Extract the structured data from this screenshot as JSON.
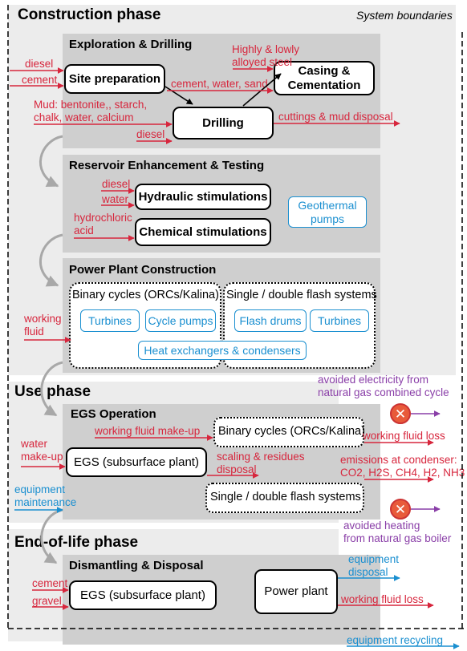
{
  "system_boundaries": "System boundaries",
  "phases": {
    "construction": "Construction phase",
    "use": "Use phase",
    "eol": "End-of-life phase"
  },
  "sections": {
    "exploration": "Exploration & Drilling",
    "reservoir": "Reservoir Enhancement & Testing",
    "power_plant": "Power Plant Construction",
    "operation": "EGS Operation",
    "dismantling": "Dismantling & Disposal"
  },
  "boxes": {
    "site_prep": "Site preparation",
    "casing": [
      "Casing &",
      "Cementation"
    ],
    "drilling": "Drilling",
    "hydraulic": "Hydraulic stimulations",
    "chemical": "Chemical stimulations",
    "binary_title": "Binary cycles (ORCs/Kalina)",
    "flash_title": "Single / double flash systems",
    "egs_op": "EGS (subsurface plant)",
    "binary_op": "Binary cycles (ORCs/Kalina)",
    "flash_op": "Single / double flash systems",
    "egs_eol": "EGS (subsurface plant)",
    "power_plant_eol": "Power plant"
  },
  "blue_boxes": {
    "geothermal_pumps": [
      "Geothermal",
      "pumps"
    ],
    "turbines1": "Turbines",
    "cycle_pumps": "Cycle pumps",
    "flash_drums": "Flash drums",
    "turbines2": "Turbines",
    "heat_exchangers": "Heat exchangers & condensers"
  },
  "inputs": {
    "diesel1": "diesel",
    "cement1": "cement",
    "steel": [
      "Highly & lowly",
      "alloyed steel"
    ],
    "cement_water_sand": "cement, water, sand",
    "mud": [
      "Mud: bentonite,, starch,",
      "chalk, water, calcium"
    ],
    "diesel2": "diesel",
    "cuttings": "cuttings & mud disposal",
    "diesel3": "diesel",
    "water1": "water",
    "hydrochloric": [
      "hydrochloric",
      "acid"
    ],
    "working_fluid": [
      "working",
      "fluid"
    ],
    "water_makeup": [
      "water",
      "make-up"
    ],
    "working_fluid_makeup": "working fluid make-up",
    "scaling": [
      "scaling & residues",
      "disposal"
    ],
    "working_fluid_loss1": "working fluid loss",
    "emissions": [
      "emissions at condenser:",
      "CO2, H2S, CH4, H2, NH3"
    ],
    "cement2": "cement",
    "gravel": "gravel",
    "working_fluid_loss2": "working fluid loss"
  },
  "blue_labels": {
    "equipment_maintenance": [
      "equipment",
      "maintenance"
    ],
    "equipment_disposal": [
      "equipment",
      "disposal"
    ],
    "equipment_recycling": "equipment recycling"
  },
  "avoided": {
    "electricity": [
      "avoided electricity from",
      "natural gas  combined cycle"
    ],
    "heating": [
      "avoided heating",
      "from natural gas boiler"
    ]
  },
  "colors": {
    "input_red": "#d7263d",
    "equipment_blue": "#1a8fd0",
    "avoided_purple": "#8a3fa8",
    "panel_grey": "#cfcfcf",
    "phase_grey": "#ececec"
  }
}
